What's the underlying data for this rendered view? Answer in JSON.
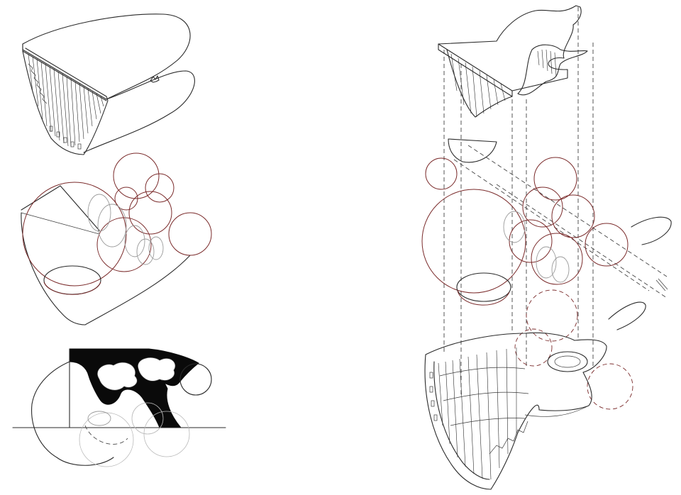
{
  "figure": {
    "panels": [
      {
        "id": "hull-axonometric"
      },
      {
        "id": "sphere-aggregation"
      },
      {
        "id": "section-cut"
      },
      {
        "id": "exploded-assembly"
      }
    ]
  },
  "colors": {
    "ink": "#2a2a2a",
    "sphere_outline": "#7a2a2a",
    "ghost_outline": "#9a9a9a",
    "solid_fill": "#0a0a0a",
    "background": "#ffffff"
  }
}
